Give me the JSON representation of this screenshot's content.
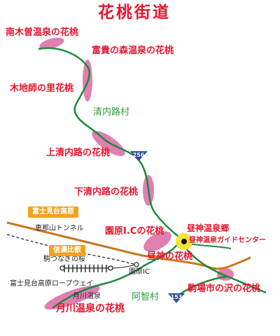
{
  "title": "花桃街道",
  "spots": {
    "nankiso": "南木曽温泉の花桃",
    "fuki": "富貴の森温泉の花桃",
    "kijishi": "木地師の里花桃",
    "kamikiyo": "上清内路の花桃",
    "shimokiyo": "下清内路の花桃",
    "sonohara_ic": "園原I.Cの花桃",
    "hirugami": "昼神の花桃",
    "komaba": "駒場市の沢の花桃",
    "tsukikawa": "月川温泉の花桃"
  },
  "places": {
    "seinaiji": "清内路村",
    "achi": "阿智村",
    "hirugami_onsen": "昼神温泉郷",
    "guide_center": "昼神温泉ガイドセンター",
    "enasan_tunnel": "恵那山トンネル",
    "komatsunagi": "駒つなぎの桜",
    "sonohara_ic_label": "園原IC",
    "ropeway": "富士見台高原ロープウェイ",
    "tsukikawa_onsen": "月川温泉"
  },
  "signs": {
    "fujimidai": "富士見台高原",
    "shinano": "信濃比叡"
  },
  "routes": {
    "r256": "256",
    "r153": "153"
  },
  "colors": {
    "highway": "#c9761e",
    "road": "#1d8a3a",
    "blossom": "#e07fb2",
    "accent": "#e6162d",
    "sign": "#f3a21c",
    "route_shield": "#2d4a9a",
    "onsen": "#f2e33a"
  }
}
